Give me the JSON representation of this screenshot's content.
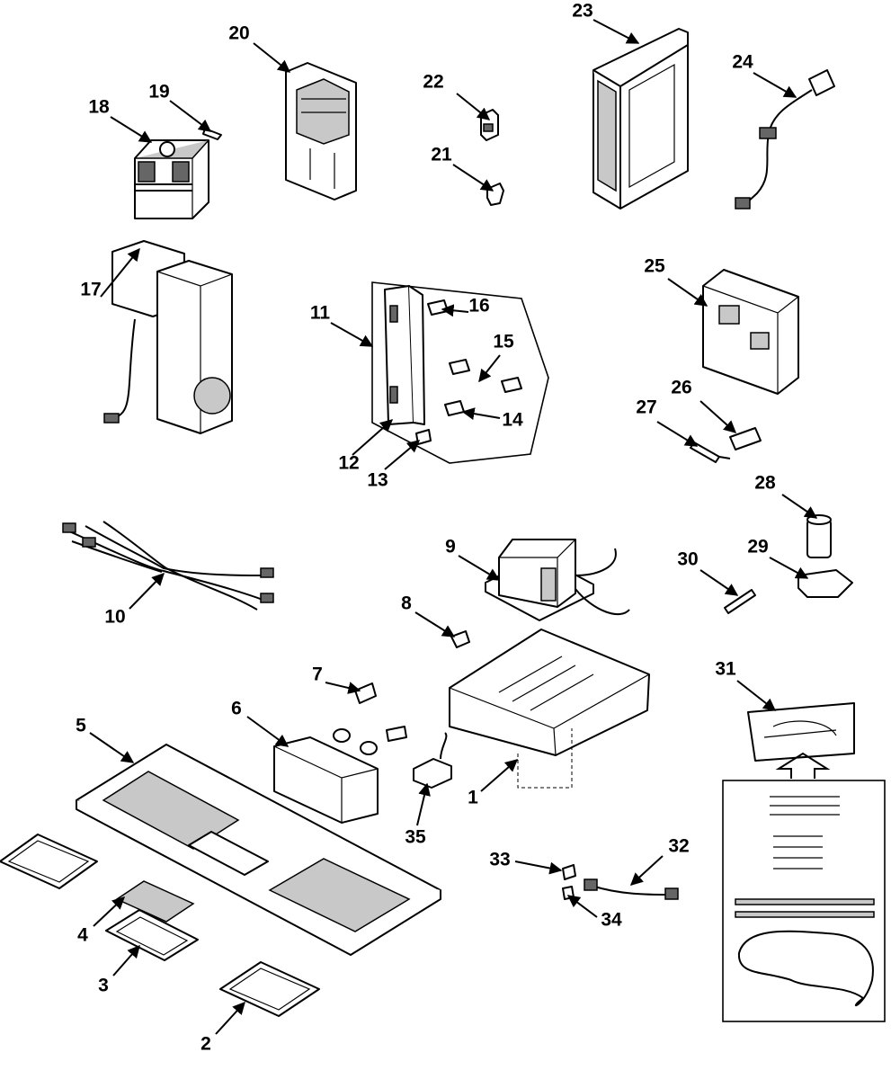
{
  "callouts": [
    {
      "n": "1"
    },
    {
      "n": "2"
    },
    {
      "n": "3"
    },
    {
      "n": "4"
    },
    {
      "n": "5"
    },
    {
      "n": "6"
    },
    {
      "n": "7"
    },
    {
      "n": "8"
    },
    {
      "n": "9"
    },
    {
      "n": "10"
    },
    {
      "n": "11"
    },
    {
      "n": "12"
    },
    {
      "n": "13"
    },
    {
      "n": "14"
    },
    {
      "n": "15"
    },
    {
      "n": "16"
    },
    {
      "n": "17"
    },
    {
      "n": "18"
    },
    {
      "n": "19"
    },
    {
      "n": "20"
    },
    {
      "n": "21"
    },
    {
      "n": "22"
    },
    {
      "n": "23"
    },
    {
      "n": "24"
    },
    {
      "n": "25"
    },
    {
      "n": "26"
    },
    {
      "n": "27"
    },
    {
      "n": "28"
    },
    {
      "n": "29"
    },
    {
      "n": "30"
    },
    {
      "n": "31"
    },
    {
      "n": "32"
    },
    {
      "n": "33"
    },
    {
      "n": "34"
    },
    {
      "n": "35"
    }
  ]
}
